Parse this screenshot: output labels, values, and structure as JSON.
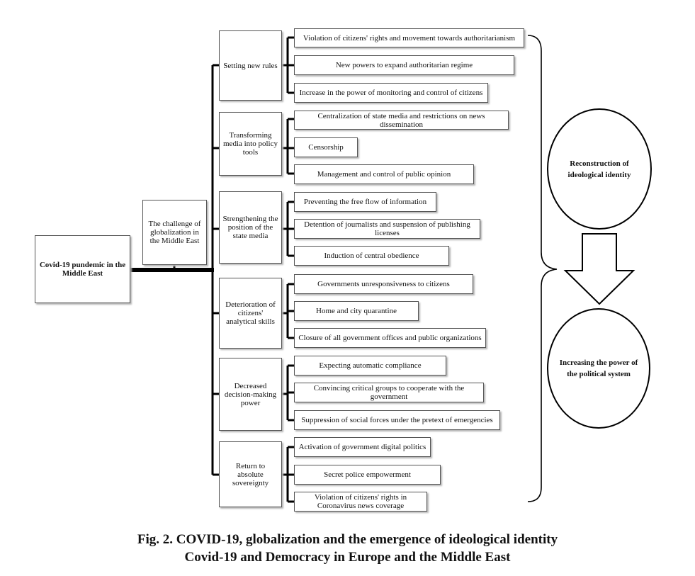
{
  "root": "Covid-19 pundemic in the Middle East",
  "challenge": "The challenge of globalization in the Middle East",
  "categories": [
    {
      "label": "Setting new rules",
      "items": [
        "Violation of citizens' rights and movement towards authoritarianism",
        "New powers to expand authoritarian regime",
        "Increase in the power of monitoring and control of citizens"
      ]
    },
    {
      "label": "Transforming media into policy tools",
      "items": [
        "Centralization of state media and restrictions on news dissemination",
        "Censorship",
        "Management and control of public opinion"
      ]
    },
    {
      "label": "Strengthening the position of the state media",
      "items": [
        "Preventing the free flow of information",
        "Detention of journalists and suspension of publishing licenses",
        "Induction of central obedience"
      ]
    },
    {
      "label": "Deterioration of citizens' analytical skills",
      "items": [
        "Governments unresponsiveness to citizens",
        "Home and city quarantine",
        "Closure of all government offices  and public organizations"
      ]
    },
    {
      "label": "Decreased decision-making power",
      "items": [
        "Expecting automatic compliance",
        "Convincing critical groups to cooperate with the government",
        "Suppression of social forces under the pretext of emergencies"
      ]
    },
    {
      "label": "Return to absolute sovereignty",
      "items": [
        "Activation of government digital politics",
        "Secret police empowerment",
        "Violation of citizens' rights in Coronavirus news coverage"
      ]
    }
  ],
  "outcomes": {
    "top": "Reconstruction of ideological identity",
    "bottom": "Increasing the power of the political system"
  },
  "caption": {
    "line1": "Fig. 2. COVID-19, globalization and the emergence of ideological identity",
    "line2": "Covid-19 and Democracy in Europe and the Middle East"
  }
}
